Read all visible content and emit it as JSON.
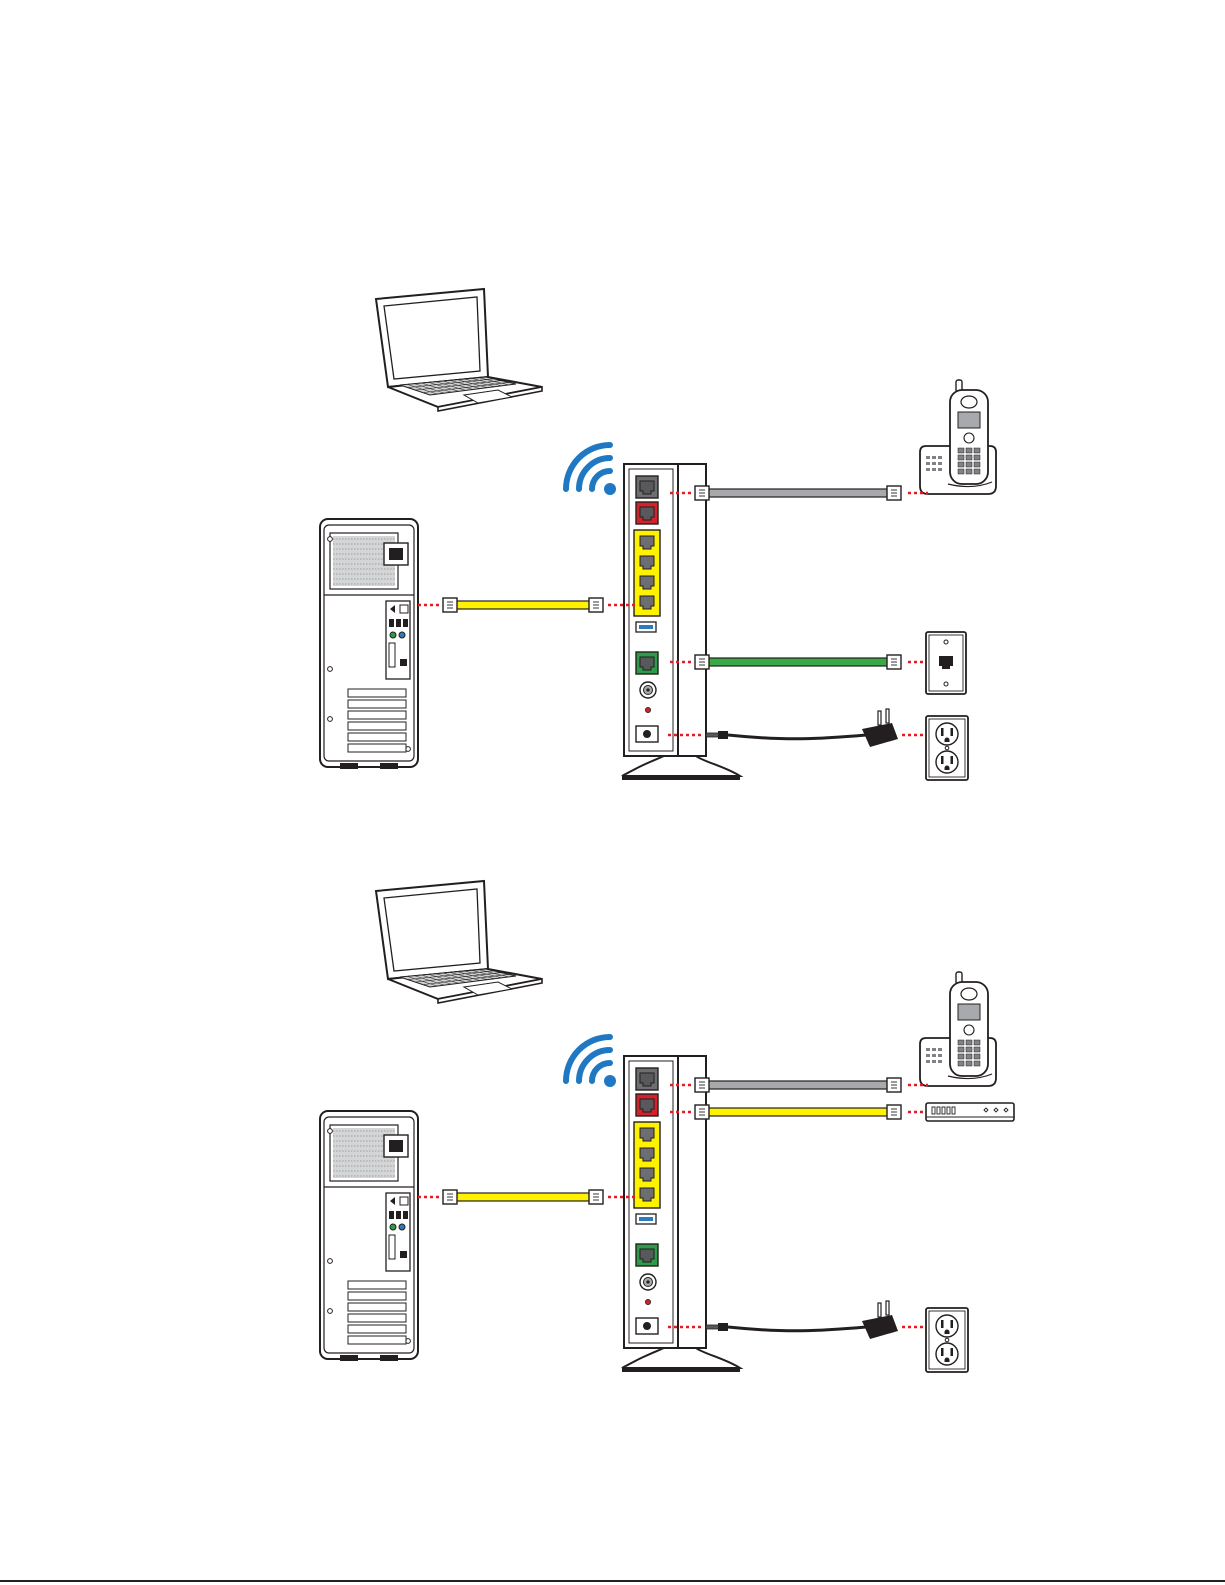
{
  "colors": {
    "outline": "#231f20",
    "port_phone": "#6d6e71",
    "port_red": "#d2232a",
    "port_lan": "#fff200",
    "port_usb": "#2b7bbf",
    "port_dsl": "#2e9b48",
    "wifi": "#1f78c1",
    "cable_phone": "#a7a9ac",
    "cable_ethernet": "#fff200",
    "cable_dsl": "#3aa845",
    "cable_power": "#231f20",
    "connector_dash": "#e31b23"
  },
  "diagrams": [
    {
      "id": "setup-1",
      "devices": [
        "laptop-icon",
        "desktop-tower-icon",
        "wifi-signal-icon",
        "router-icon",
        "cordless-phone-icon",
        "phone-wall-jack-icon",
        "power-outlet-icon",
        "power-adapter-icon"
      ],
      "connections": [
        {
          "from": "router-phone-port",
          "to": "cordless-phone-icon",
          "cable": "cable_phone"
        },
        {
          "from": "router-lan-port-4",
          "to": "desktop-tower-icon",
          "cable": "cable_ethernet"
        },
        {
          "from": "router-dsl-port",
          "to": "phone-wall-jack-icon",
          "cable": "cable_dsl"
        },
        {
          "from": "router-power-port",
          "to": "power-outlet-icon",
          "cable": "cable_power"
        }
      ]
    },
    {
      "id": "setup-2",
      "devices": [
        "laptop-icon",
        "desktop-tower-icon",
        "wifi-signal-icon",
        "router-icon",
        "cordless-phone-icon",
        "network-device-icon",
        "power-outlet-icon",
        "power-adapter-icon"
      ],
      "connections": [
        {
          "from": "router-phone-port",
          "to": "cordless-phone-icon",
          "cable": "cable_phone"
        },
        {
          "from": "router-red-port",
          "to": "network-device-icon",
          "cable": "cable_ethernet"
        },
        {
          "from": "router-lan-port-4",
          "to": "desktop-tower-icon",
          "cable": "cable_ethernet"
        },
        {
          "from": "router-power-port",
          "to": "power-outlet-icon",
          "cable": "cable_power"
        }
      ]
    }
  ]
}
